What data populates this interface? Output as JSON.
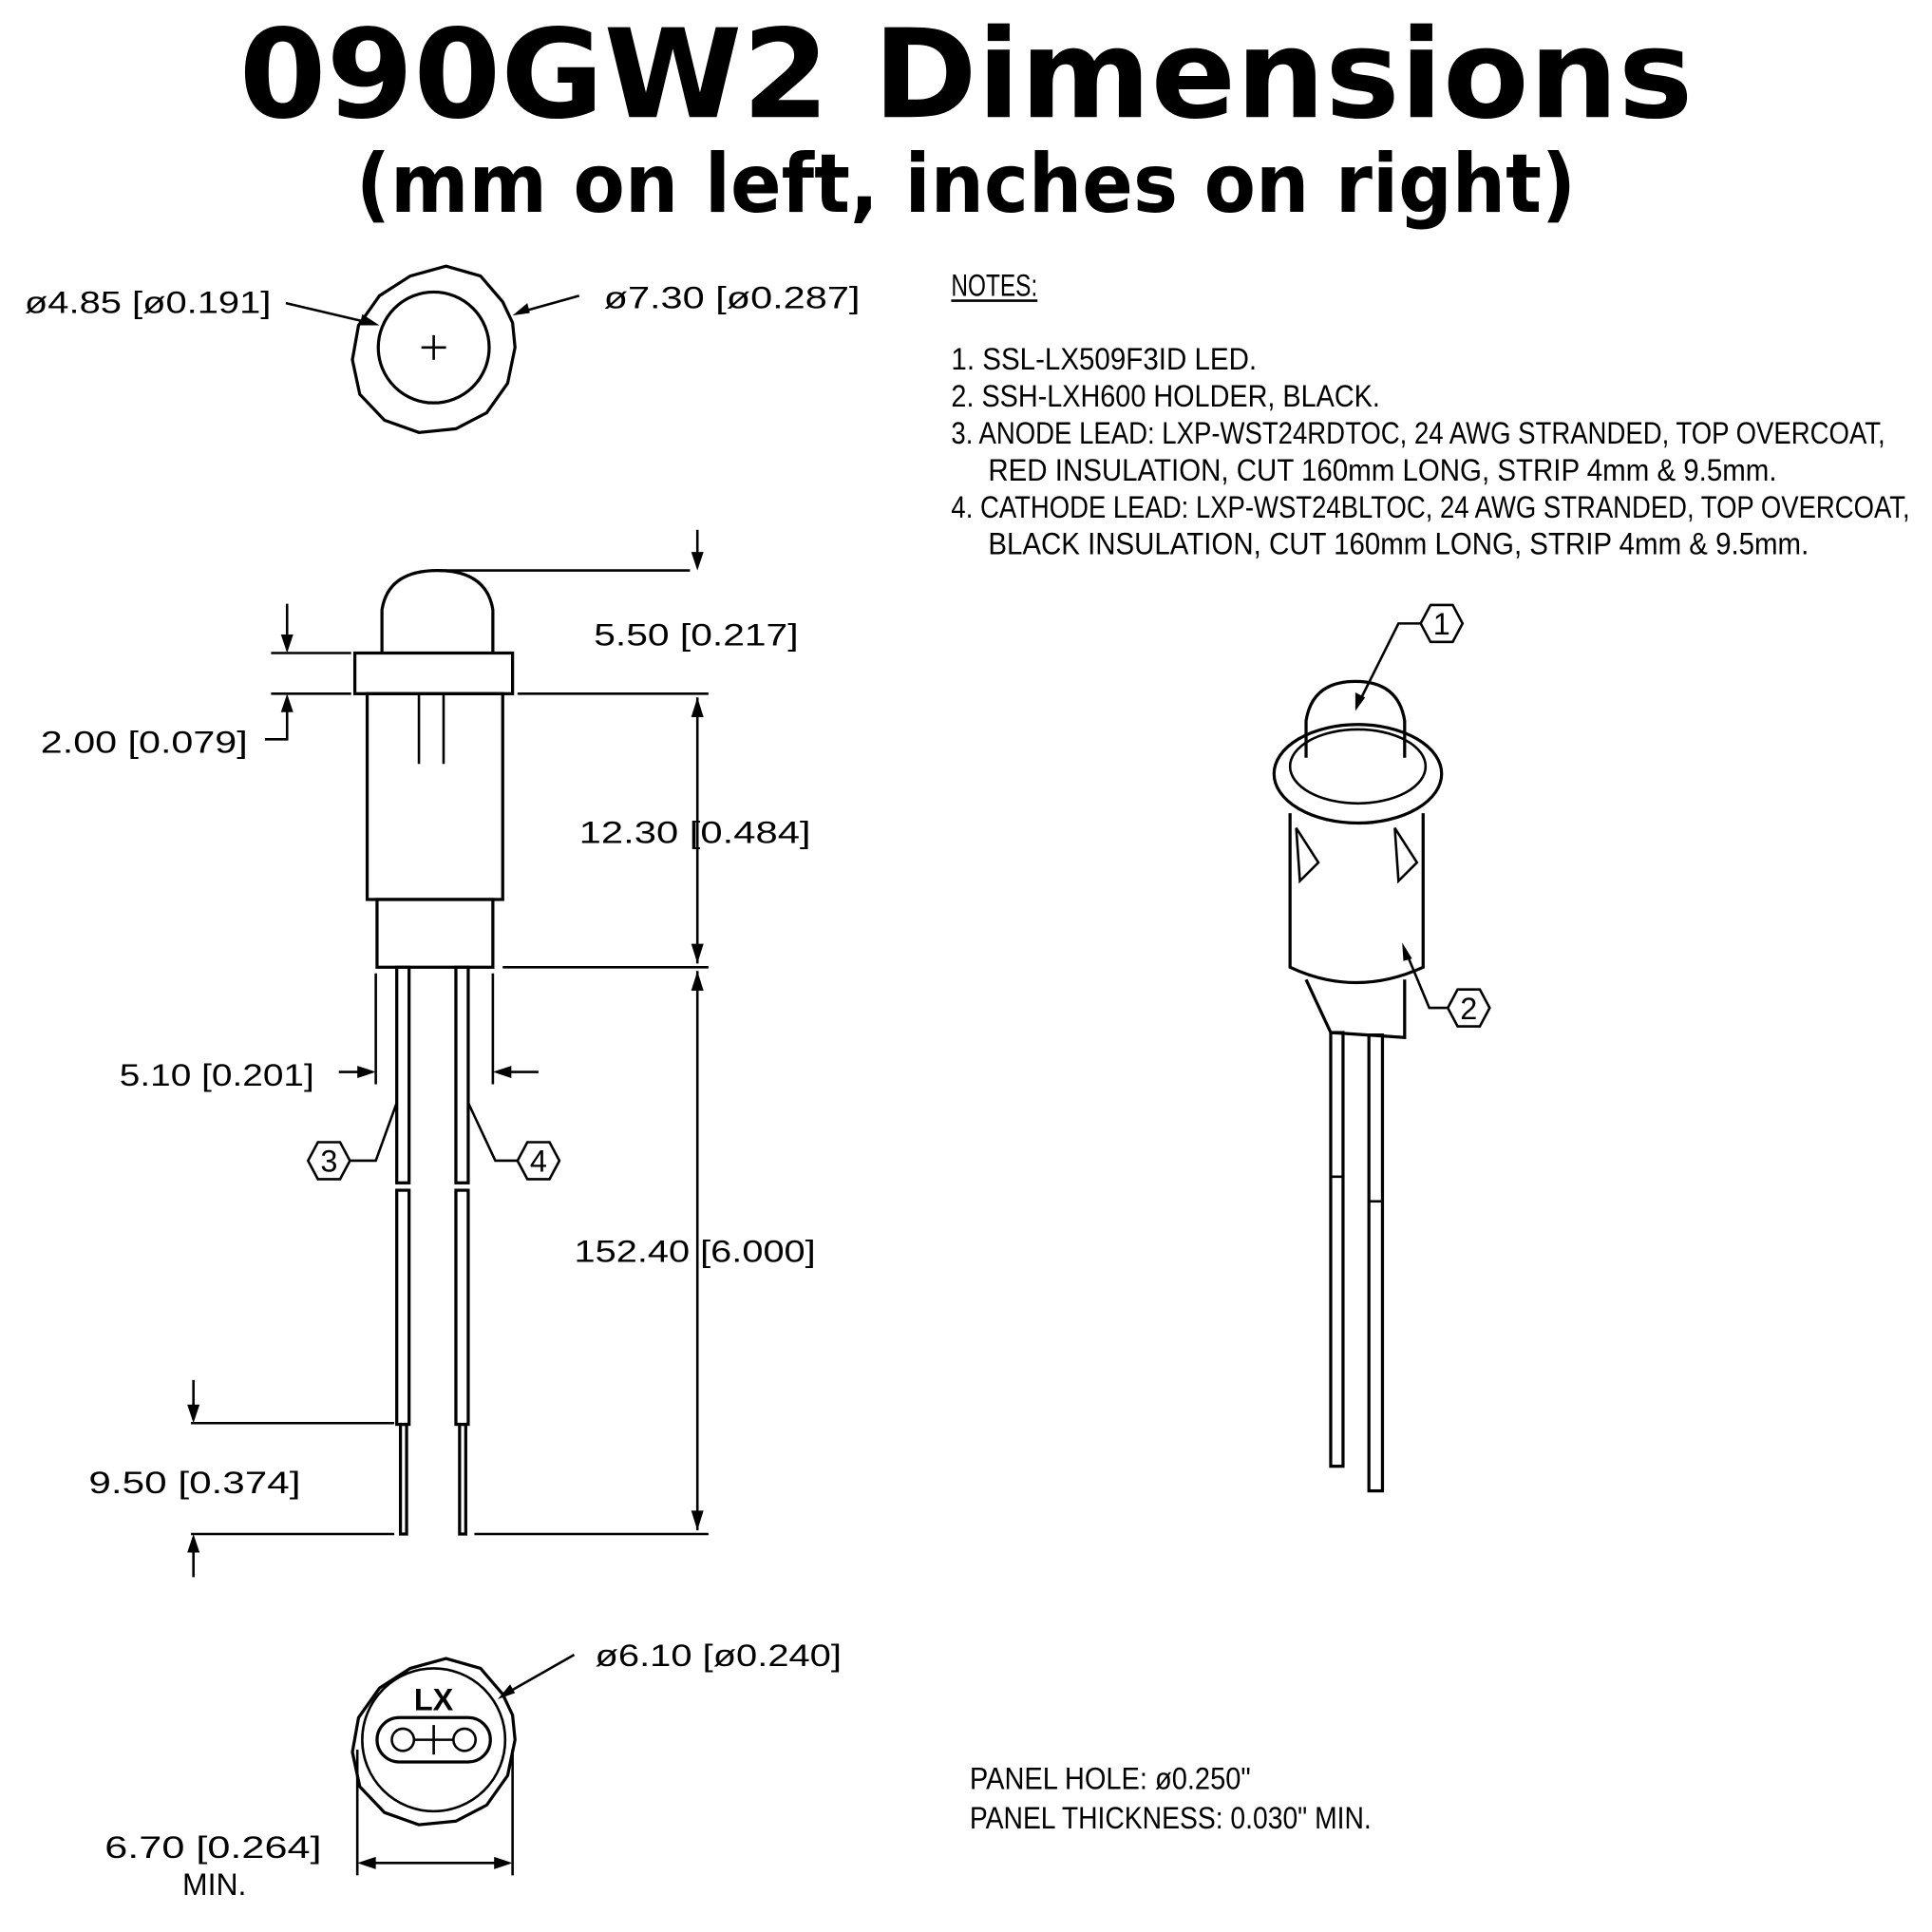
{
  "title": "090GW2 Dimensions",
  "subtitle": "(mm on left, inches on right)",
  "top_view": {
    "inner_dia": "ø4.85 [ø0.191]",
    "outer_dia": "ø7.30 [ø0.287]"
  },
  "side_view": {
    "dome_height": "5.50 [0.217]",
    "flange_thickness": "2.00 [0.079]",
    "body_length": "12.30 [0.484]",
    "lead_spacing": "5.10 [0.201]",
    "lead_length": "152.40 [6.000]",
    "strip_length": "9.50 [0.374]",
    "balloon_3": "3",
    "balloon_4": "4"
  },
  "bottom_view": {
    "dia": "ø6.10 [ø0.240]",
    "width": "6.70 [0.264]",
    "width_note": "MIN.",
    "marking": "LX"
  },
  "notes": {
    "heading": "NOTES:",
    "lines": [
      "1. SSL-LX509F3ID LED.",
      "2. SSH-LXH600 HOLDER, BLACK.",
      "3. ANODE LEAD: LXP-WST24RDTOC, 24 AWG STRANDED, TOP OVERCOAT,",
      "RED INSULATION, CUT 160mm LONG, STRIP 4mm & 9.5mm.",
      "4. CATHODE LEAD: LXP-WST24BLTOC, 24 AWG STRANDED, TOP OVERCOAT,",
      "BLACK INSULATION, CUT 160mm LONG, STRIP 4mm & 9.5mm."
    ]
  },
  "iso_view": {
    "balloon_1": "1",
    "balloon_2": "2"
  },
  "panel": {
    "hole": "PANEL HOLE: ø0.250\"",
    "thickness": "PANEL THICKNESS: 0.030\" MIN."
  }
}
